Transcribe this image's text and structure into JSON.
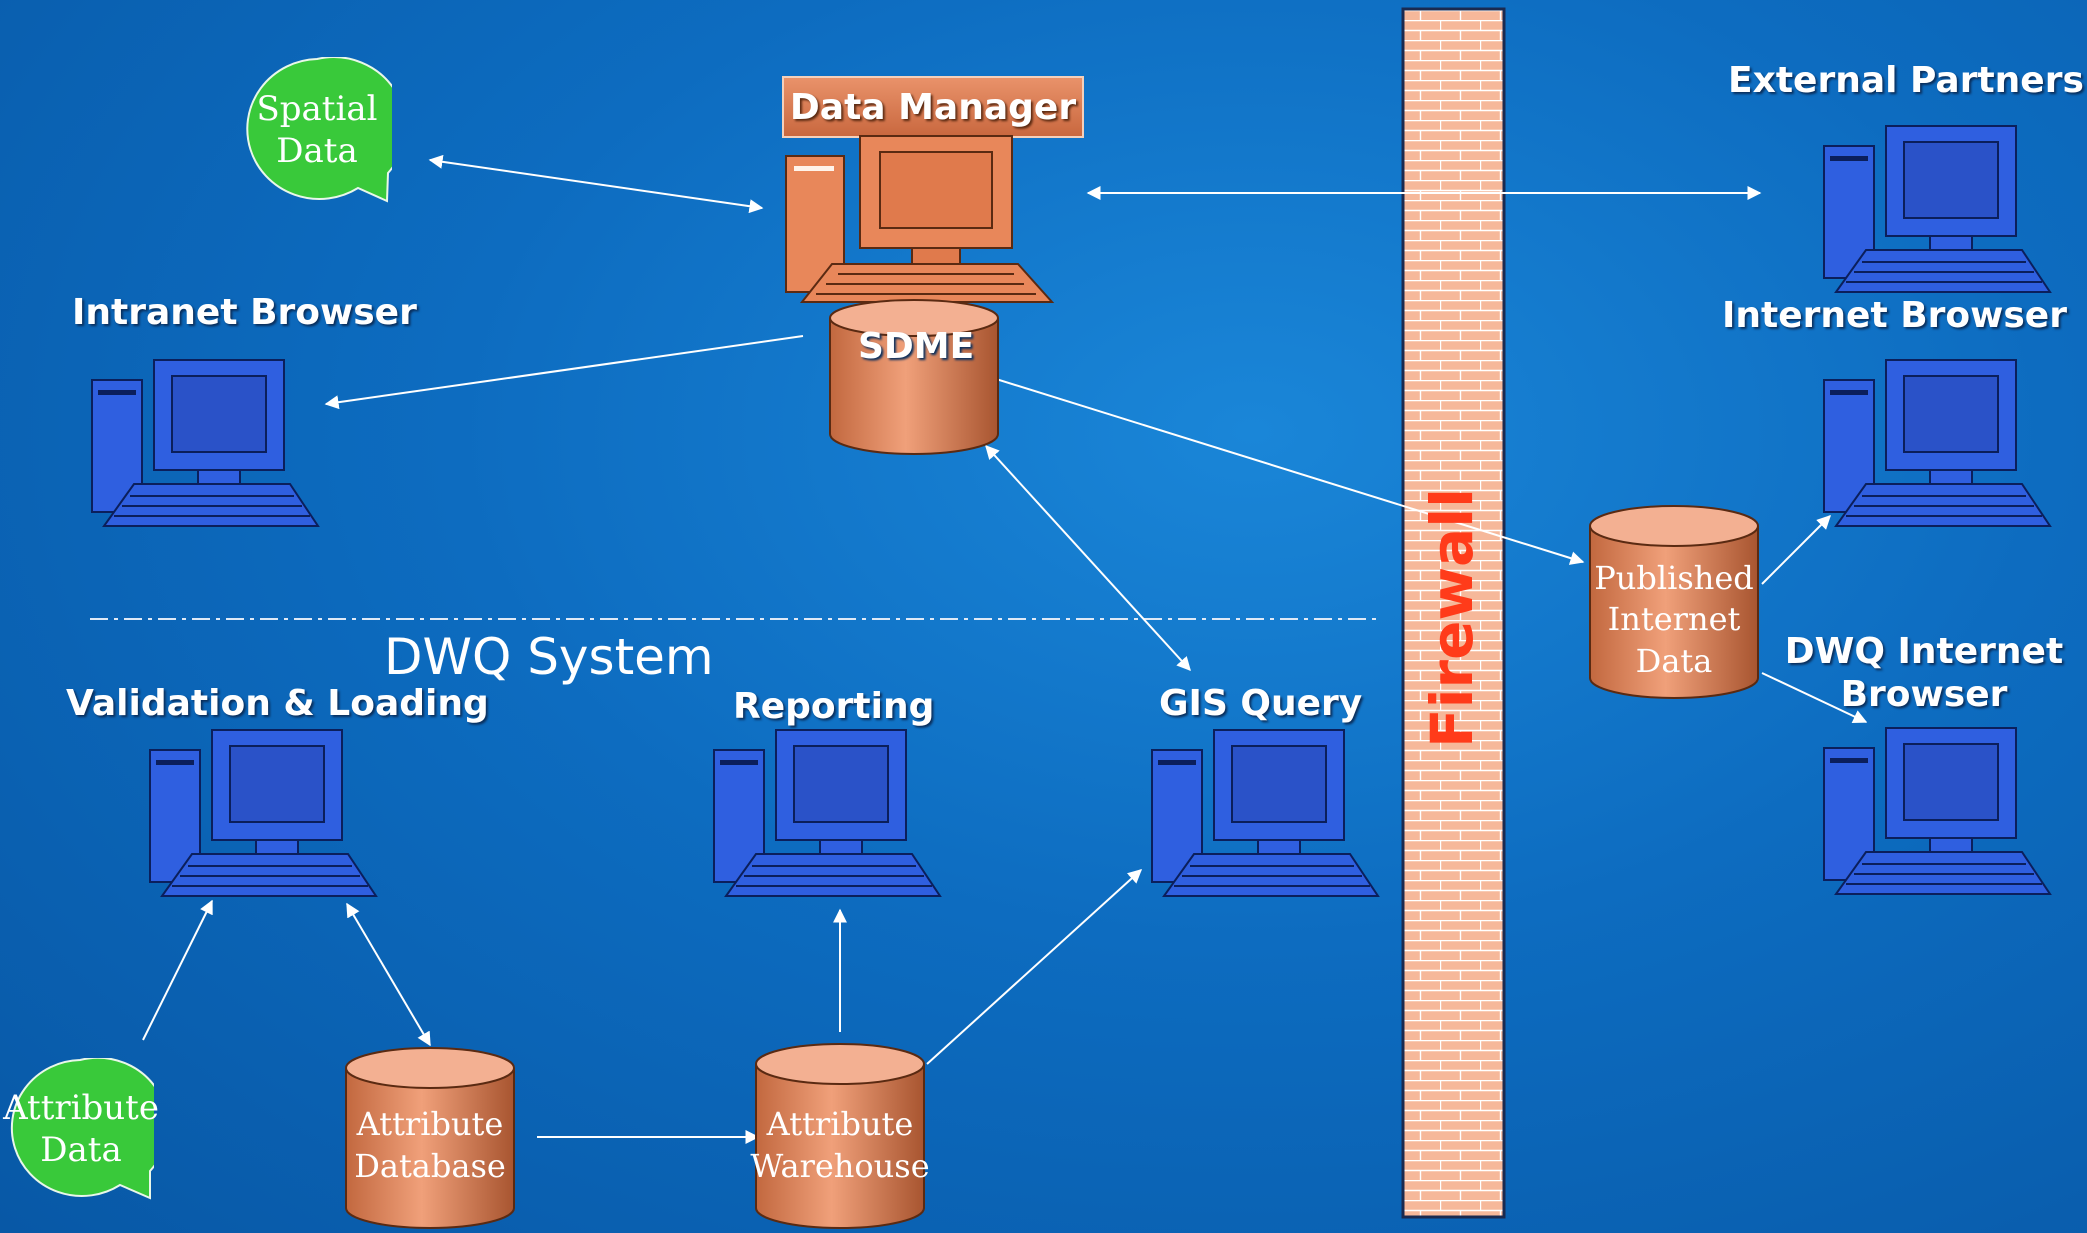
{
  "diagram": {
    "firewall_label": "Firewall",
    "system_label": "DWQ System",
    "data_manager": "Data Manager",
    "sdme": "SDME",
    "nodes": {
      "external_partners": "External Partners",
      "internet_browser": "Internet Browser",
      "dwq_internet_browser_line1": "DWQ Internet",
      "dwq_internet_browser_line2": "Browser",
      "intranet_browser": "Intranet Browser",
      "validation_loading": "Validation & Loading",
      "reporting": "Reporting",
      "gis_query": "GIS Query"
    },
    "bubbles": {
      "spatial_line1": "Spatial",
      "spatial_line2": "Data",
      "attribute_line1": "Attribute",
      "attribute_line2": "Data"
    },
    "cylinders": {
      "published_line1": "Published",
      "published_line2": "Internet",
      "published_line3": "Data",
      "attr_db_line1": "Attribute",
      "attr_db_line2": "Database",
      "attr_wh_line1": "Attribute",
      "attr_wh_line2": "Warehouse"
    }
  },
  "colors": {
    "background": "#0d6cc0",
    "computer_blue": "#2f5fe0",
    "computer_orange": "#e07a4c",
    "bubble_green": "#39c93a",
    "firewall_fill": "#f6b89a",
    "firewall_text": "#ff3b1a"
  }
}
